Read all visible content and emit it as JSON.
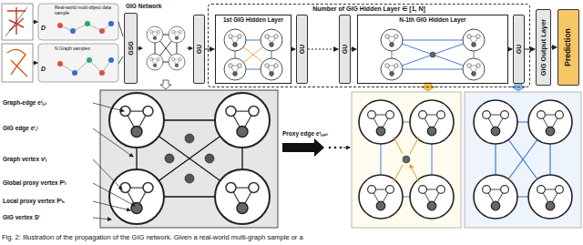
{
  "diagram": {
    "caption": "Fig. 2: Illustration of the propagation of the GIG network. Given a real-world multi-graph sample or a",
    "nodes": [
      {
        "text": [
          "GSG"
        ]
      },
      {
        "text": [
          "GU"
        ]
      },
      {
        "text": [
          "Number of GIG Hidden Layer ∈ [1, N]"
        ]
      },
      {
        "text": [
          "1st GIG Hidden Layer"
        ],
        "in": 2
      },
      {
        "text": [
          "GU"
        ],
        "in": 2
      },
      {
        "text": [
          "GU"
        ],
        "in": 2
      },
      {
        "text": [
          "N-1th GIG Hidden Layer"
        ],
        "in": 2
      },
      {
        "text": [
          "GU"
        ],
        "in": 2
      },
      {
        "text": [
          "GIG Output Layer"
        ]
      },
      {
        "text": [
          "Prediction"
        ]
      }
    ],
    "edges": [
      {
        "from": 1,
        "to": 3,
        "arrow": "to"
      },
      {
        "from": 3,
        "to": 4,
        "arrow": "to"
      },
      {
        "from": 4,
        "to": 5,
        "arrow": "to"
      },
      {
        "from": 5,
        "to": 6,
        "arrow": "to"
      },
      {
        "from": 6,
        "to": 7,
        "arrow": "to"
      },
      {
        "from": 7,
        "to": 8,
        "arrow": "to"
      },
      {
        "from": 8,
        "to": 9,
        "arrow": "to"
      }
    ],
    "labels": [
      "Real-world multi-object data sample",
      "D",
      "N Graph samples",
      "D",
      "GIG Network",
      "Graph-edge eⁱⱼ,ₗ",
      "GIG edge eⁱ,ʲ",
      "Graph vertex vⁱⱼ",
      "Global proxy vertex Pⁱₗ",
      "Local proxy vertex Pⁱₕ",
      "GIG vertex Sⁱ",
      "Proxy edge eⁱⱼ,ₚₗ"
    ]
  }
}
